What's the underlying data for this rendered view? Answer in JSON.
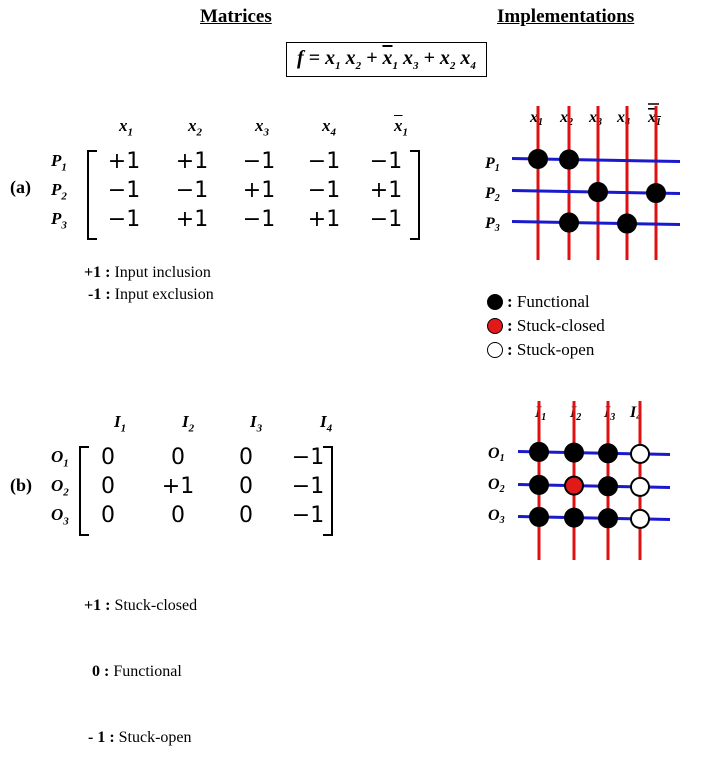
{
  "headers": {
    "matrices": "Matrices",
    "implementations": "Implementations"
  },
  "formula": {
    "f": "f",
    "eq": " = ",
    "t1": "x",
    "s1": "1",
    "t2": "x",
    "s2": "2",
    "plus": " + ",
    "t3": "x",
    "s3": "1",
    "t4": "x",
    "s4": "3",
    "t5": "x",
    "s5": "2",
    "t6": "x",
    "s6": "4"
  },
  "part_a": {
    "label": "(a)",
    "columns": [
      {
        "v": "x",
        "s": "1",
        "over": false
      },
      {
        "v": "x",
        "s": "2",
        "over": false
      },
      {
        "v": "x",
        "s": "3",
        "over": false
      },
      {
        "v": "x",
        "s": "4",
        "over": false
      },
      {
        "v": "x",
        "s": "1",
        "over": true
      }
    ],
    "rows": [
      {
        "v": "P",
        "s": "1",
        "cells": [
          "+1",
          "+1",
          "−1",
          "−1",
          "−1"
        ]
      },
      {
        "v": "P",
        "s": "2",
        "cells": [
          "−1",
          "−1",
          "+1",
          "−1",
          "+1"
        ]
      },
      {
        "v": "P",
        "s": "3",
        "cells": [
          "−1",
          "+1",
          "−1",
          "+1",
          "−1"
        ]
      }
    ],
    "legend": [
      {
        "key": "+1 :",
        "text": " Input inclusion"
      },
      {
        "key": " -1 :",
        "text": " Input exclusion"
      }
    ],
    "impl_legend": [
      {
        "key": ":",
        "text": " Functional",
        "fill": "#000000"
      },
      {
        "key": ":",
        "text": " Stuck-closed",
        "fill": "#e11919"
      },
      {
        "key": ":",
        "text": " Stuck-open",
        "fill": "#ffffff"
      }
    ]
  },
  "part_b": {
    "label": "(b)",
    "columns": [
      {
        "v": "I",
        "s": "1"
      },
      {
        "v": "I",
        "s": "2"
      },
      {
        "v": "I",
        "s": "3"
      },
      {
        "v": "I",
        "s": "4"
      }
    ],
    "rows": [
      {
        "v": "O",
        "s": "1",
        "cells": [
          "0",
          "0",
          "0",
          "−1"
        ]
      },
      {
        "v": "O",
        "s": "2",
        "cells": [
          "0",
          "+1",
          "0",
          "−1"
        ]
      },
      {
        "v": "O",
        "s": "3",
        "cells": [
          "0",
          "0",
          "0",
          "−1"
        ]
      }
    ],
    "legend": [
      {
        "key": "+1 :",
        "text": " Stuck-closed"
      },
      {
        "key": "  0 :",
        "text": " Functional"
      },
      {
        "key": " - 1 :",
        "text": " Stuck-open"
      }
    ]
  },
  "colors": {
    "vertical_wire": "#e01010",
    "horizontal_wire": "#1a1acc",
    "functional": "#000000",
    "stuck_closed": "#e11919",
    "stuck_open": "#ffffff"
  },
  "crossbar_a": {
    "states": [
      [
        "functional",
        "functional",
        "none",
        "none",
        "none"
      ],
      [
        "none",
        "none",
        "functional",
        "none",
        "functional"
      ],
      [
        "none",
        "functional",
        "none",
        "functional",
        "none"
      ]
    ]
  },
  "crossbar_b": {
    "states": [
      [
        "functional",
        "functional",
        "functional",
        "stuck_open"
      ],
      [
        "functional",
        "stuck_closed",
        "functional",
        "stuck_open"
      ],
      [
        "functional",
        "functional",
        "functional",
        "stuck_open"
      ]
    ]
  }
}
